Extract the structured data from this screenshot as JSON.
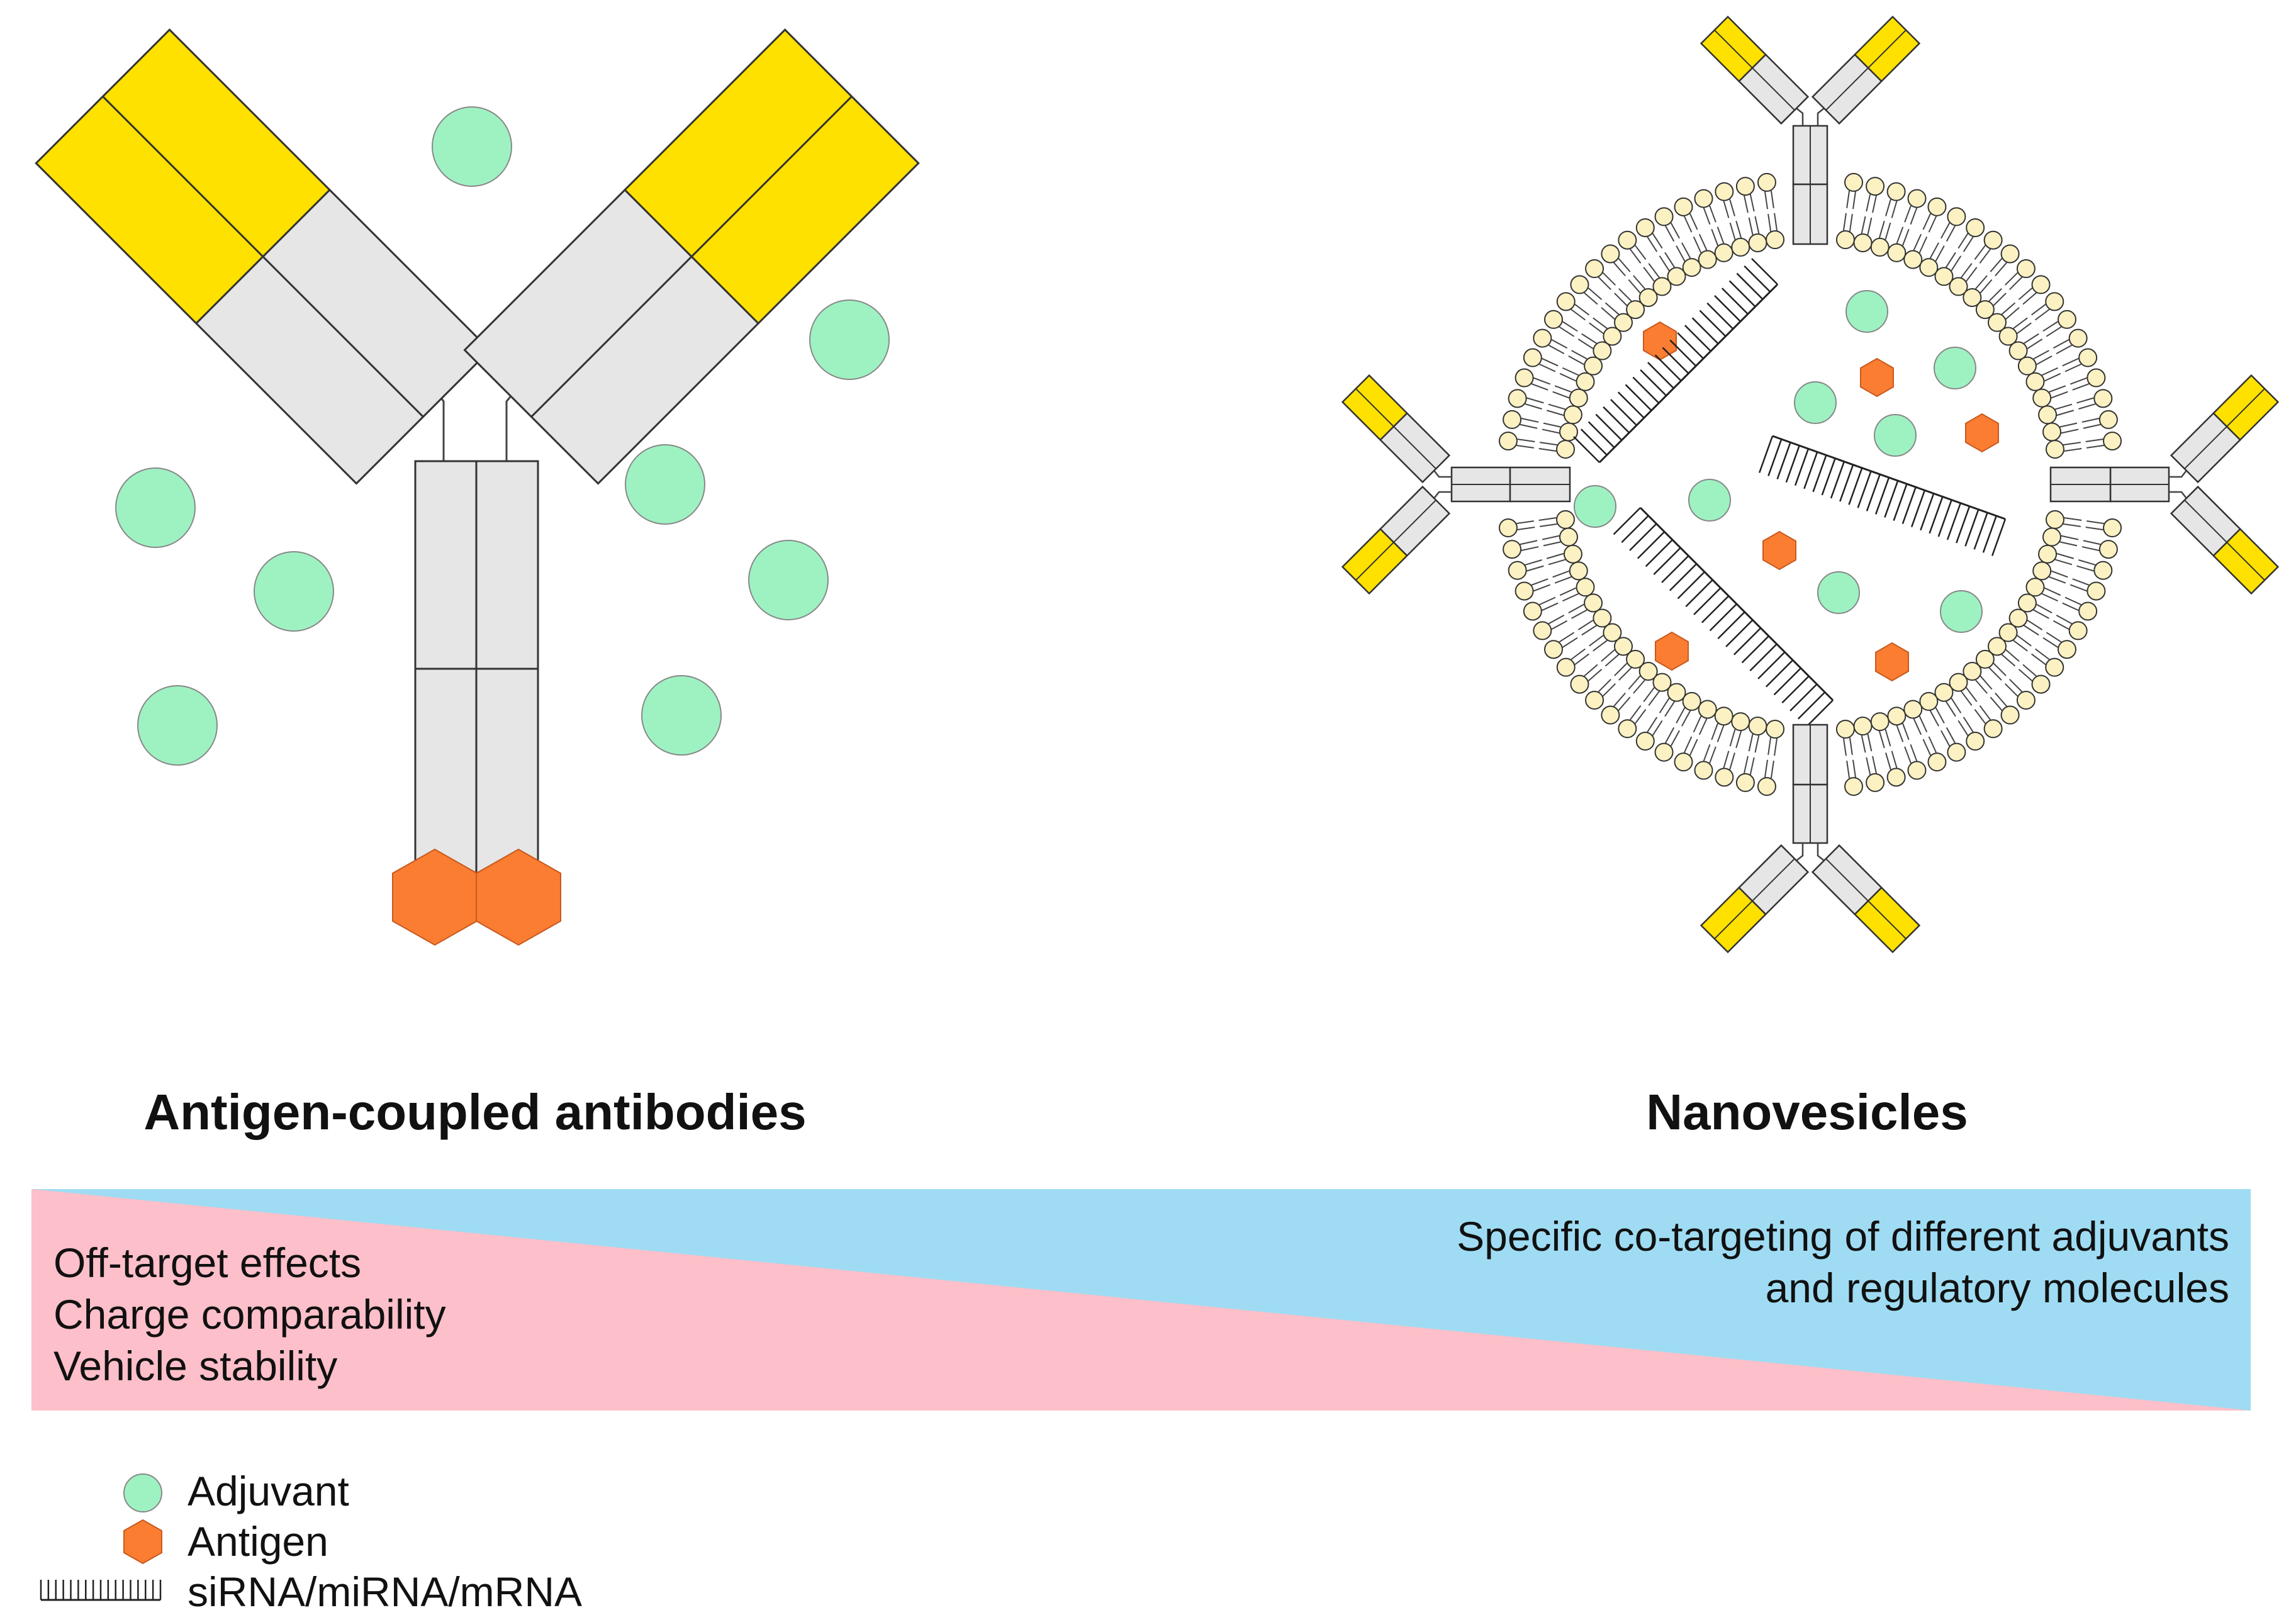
{
  "titles": {
    "left": "Antigen-coupled antibodies",
    "right": "Nanovesicles"
  },
  "gradient_bar": {
    "left_items": [
      "Off-target effects",
      "Charge comparability",
      "Vehicle stability"
    ],
    "right_lines": [
      "Specific co-targeting of different adjuvants",
      "and regulatory molecules"
    ]
  },
  "legend": {
    "items": [
      {
        "symbol": "circle-icon",
        "label": "Adjuvant"
      },
      {
        "symbol": "hexagon-icon",
        "label": "Antigen"
      },
      {
        "symbol": "rna-comb-icon",
        "label": "siRNA/miRNA/mRNA"
      }
    ]
  },
  "colors": {
    "antibody_fab_tip": "#ffe100",
    "antibody_body": "#e6e6e6",
    "adjuvant": "#9ef2c2",
    "antigen": "#fa7d32",
    "lipid_head": "#fbf1c2",
    "bar_top": "#9fdcf3",
    "bar_bottom": "#fdbfc9",
    "outline": "#333333"
  }
}
